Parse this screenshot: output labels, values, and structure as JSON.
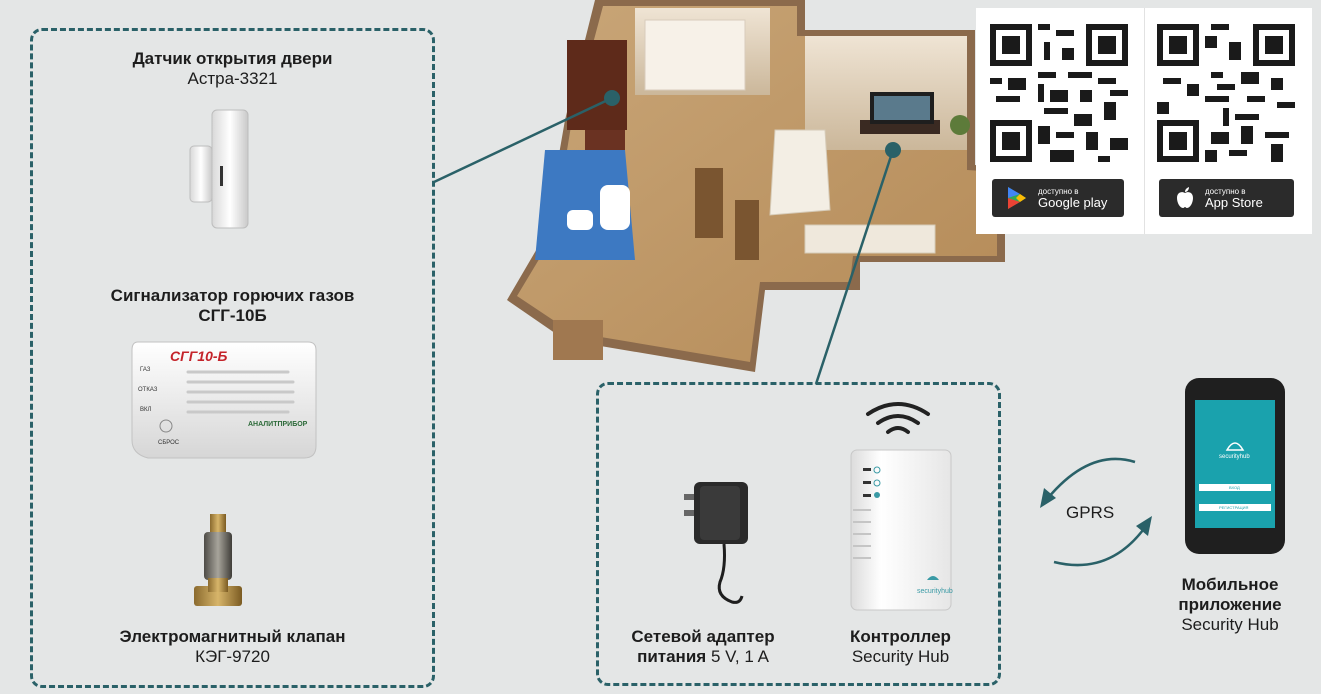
{
  "left_panel": {
    "door_sensor": {
      "title": "Датчик открытия двери",
      "model": "Астра-3321"
    },
    "gas_alarm": {
      "title": "Сигнализатор горючих газов",
      "model": "СГГ-10Б",
      "device_brand": "СГГ10-Б",
      "indicator_labels": [
        "ГАЗ",
        "ОТКАЗ",
        "ВКЛ"
      ],
      "reset_label": "СБРОС",
      "maker_logo": "АНАЛИТПРИБОР"
    },
    "valve": {
      "title": "Электромагнитный клапан",
      "model": "КЭГ-9720"
    }
  },
  "bottom_panel": {
    "adapter": {
      "title": "Сетевой адаптер",
      "title2": "питания",
      "spec": "5 V, 1 A"
    },
    "controller": {
      "title": "Контроллер",
      "name": "Security Hub",
      "brand_on_device": "securityhub"
    }
  },
  "mobile": {
    "title1": "Мобильное",
    "title2": "приложение",
    "name": "Security Hub",
    "screen_brand": "securityhub",
    "screen_btn1": "ВХОД",
    "screen_btn2": "РЕГИСТРАЦИЯ"
  },
  "link_label": "GPRS",
  "stores": {
    "google": {
      "small": "доступно в",
      "big": "Google play"
    },
    "apple": {
      "small": "доступно в",
      "big": "App Store"
    }
  },
  "colors": {
    "accent": "#2a6168",
    "bg": "#e4e6e6",
    "screen": "#1aa2ad"
  }
}
